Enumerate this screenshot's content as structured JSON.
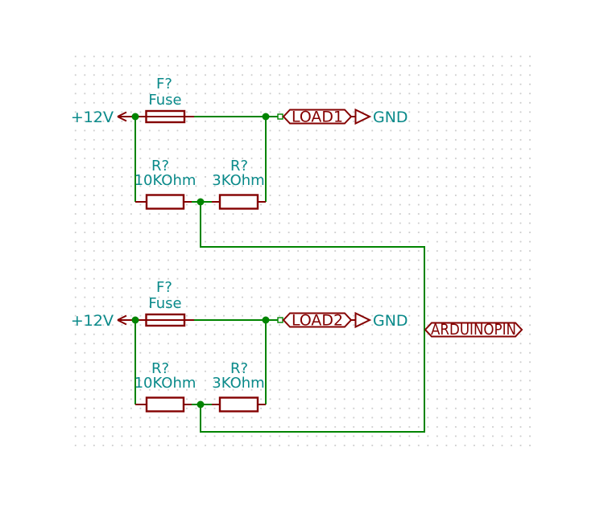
{
  "schematic": {
    "nets": {
      "power": "+12V",
      "ground": "GND",
      "load1": "LOAD1",
      "load2": "LOAD2",
      "arduino_pin": "ARDUINOPIN"
    },
    "fuse": {
      "ref": "F?",
      "value": "Fuse"
    },
    "r_upper": {
      "ref": "R?",
      "value": "10KOhm"
    },
    "r_lower": {
      "ref": "R?",
      "value": "3KOhm"
    },
    "colors": {
      "wire": "#008400",
      "symbol_outline": "#840000",
      "text": "#0a8a8a",
      "junction": "#008400",
      "grid_dot": "#cdcdcd",
      "background": "#ffffff"
    }
  }
}
